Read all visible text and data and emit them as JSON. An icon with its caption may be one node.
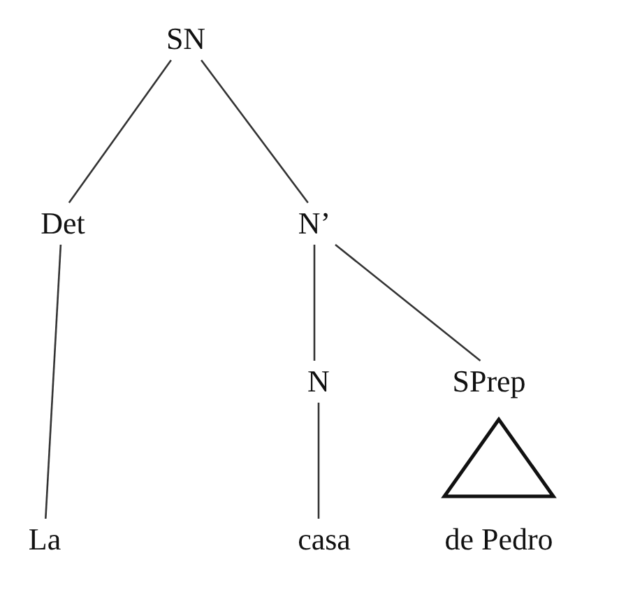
{
  "diagram": {
    "nodes": [
      {
        "text": [
          "SN"
        ]
      },
      {
        "text": [
          "Det"
        ]
      },
      {
        "text": [
          "N’"
        ]
      },
      {
        "text": [
          "N"
        ]
      },
      {
        "text": [
          "SPrep"
        ]
      },
      {
        "text": [],
        "shape": "triangle"
      },
      {
        "text": [
          "La"
        ]
      },
      {
        "text": [
          "casa"
        ]
      },
      {
        "text": [
          "de Pedro"
        ]
      }
    ],
    "edges": [
      {
        "from": 0,
        "to": 1,
        "arrow": "none"
      },
      {
        "from": 0,
        "to": 2,
        "arrow": "none"
      },
      {
        "from": 1,
        "to": 6,
        "arrow": "none"
      },
      {
        "from": 2,
        "to": 3,
        "arrow": "none"
      },
      {
        "from": 2,
        "to": 4,
        "arrow": "none"
      },
      {
        "from": 3,
        "to": 7,
        "arrow": "none"
      }
    ]
  }
}
